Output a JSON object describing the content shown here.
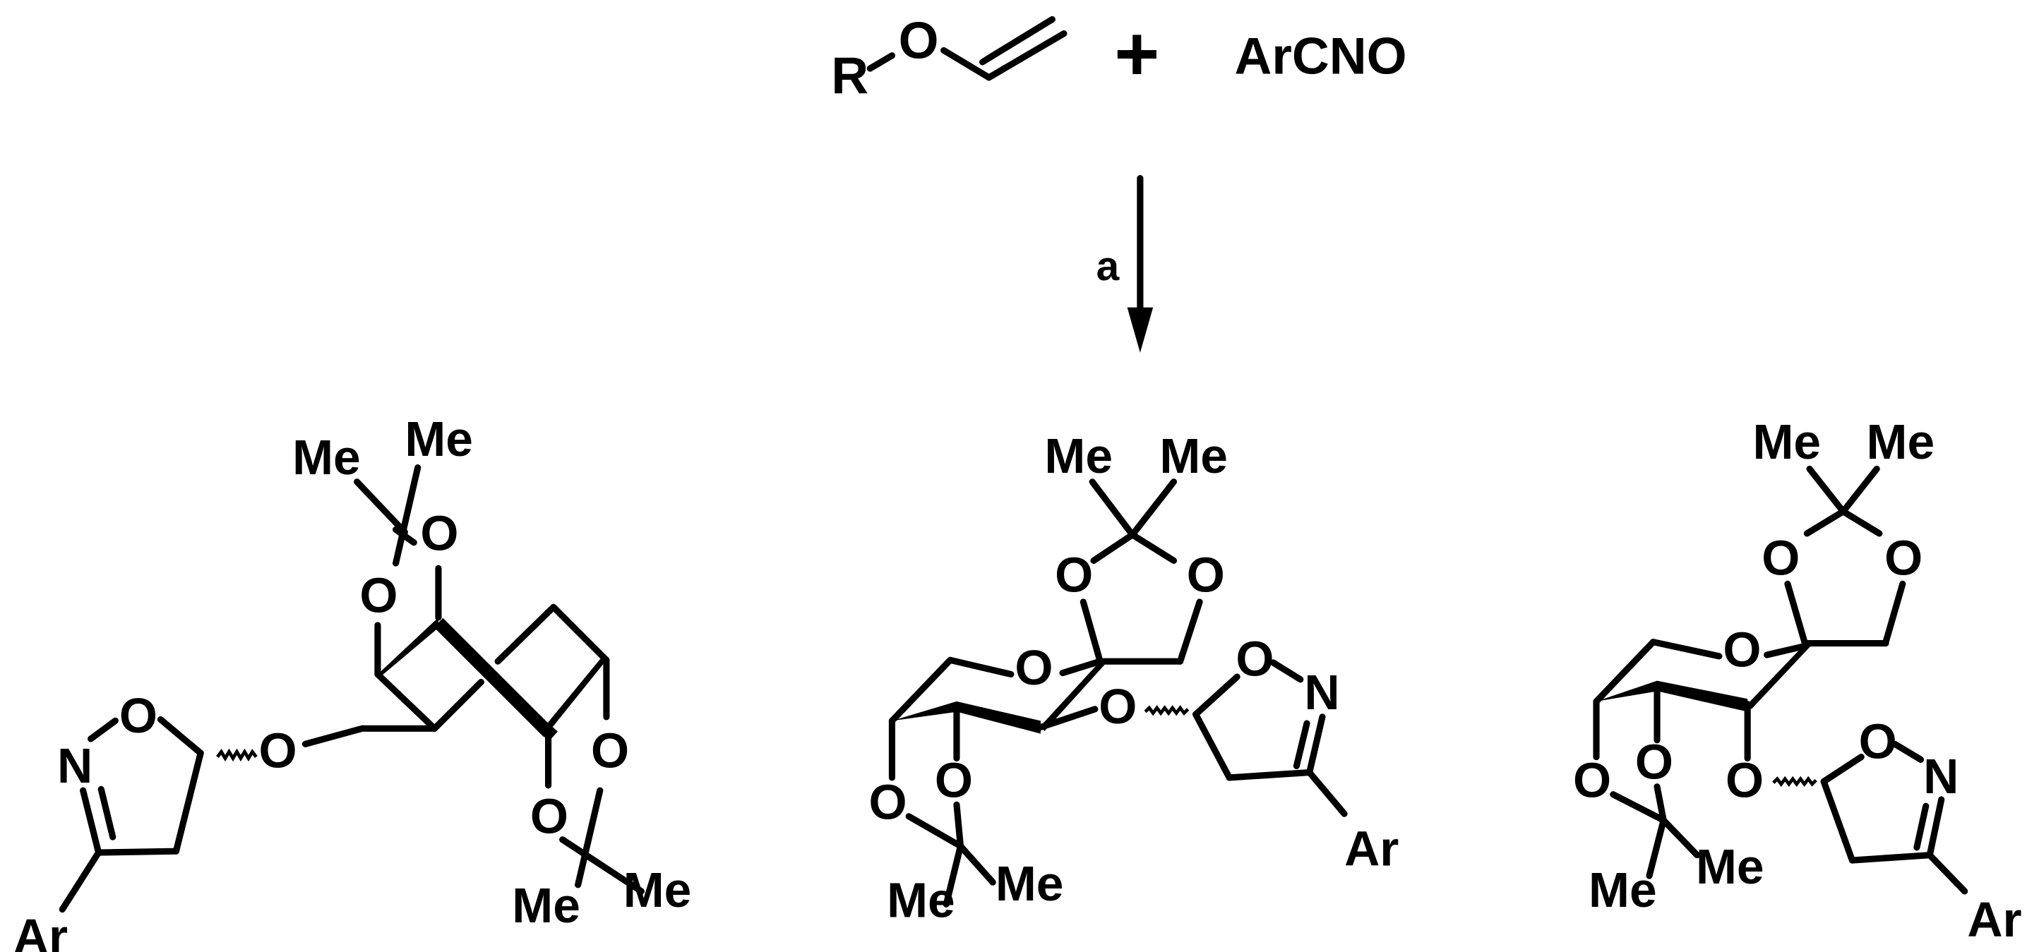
{
  "scheme": {
    "reactants": {
      "vinyl_ether": {
        "r_label": "R",
        "o_label": "O"
      },
      "plus": "+",
      "nitrile_oxide": "ArCNO"
    },
    "arrow": {
      "condition_label": "a",
      "direction": "down"
    },
    "products": [
      {
        "id": "left",
        "labels": {
          "me_top_left": "Me",
          "me_top_right": "Me",
          "o_top_right": "O",
          "o_top_left": "O",
          "o_linker": "O",
          "isox_o": "O",
          "isox_n": "N",
          "ar": "Ar",
          "o_bottom_right": "O",
          "o_bottom_left": "O",
          "me_bottom_left": "Me",
          "me_bottom_right": "Me"
        }
      },
      {
        "id": "middle",
        "labels": {
          "me_top_left": "Me",
          "me_top_right": "Me",
          "o_diox_left": "O",
          "o_diox_right": "O",
          "o_ring": "O",
          "o_linker": "O",
          "isox_o": "O",
          "isox_n": "N",
          "ar": "Ar",
          "o_low_left": "O",
          "o_low_right": "O",
          "me_bottom_left": "Me",
          "me_bottom_right": "Me"
        }
      },
      {
        "id": "right",
        "labels": {
          "me_top_left": "Me",
          "me_top_right": "Me",
          "o_diox_left": "O",
          "o_diox_right": "O",
          "o_ring": "O",
          "o_linker": "O",
          "isox_o": "O",
          "isox_n": "N",
          "ar": "Ar",
          "o_low_left": "O",
          "o_low_right": "O",
          "me_bottom_left": "Me",
          "me_bottom_right": "Me"
        }
      }
    ]
  }
}
